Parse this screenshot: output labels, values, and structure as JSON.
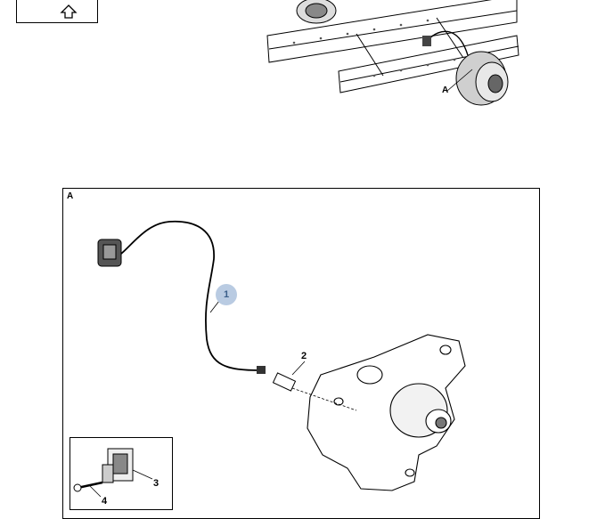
{
  "navigation": {
    "icon": "up-arrow-icon"
  },
  "overview": {
    "callout": "A"
  },
  "detail": {
    "label": "A",
    "callouts": {
      "one": "1",
      "two": "2",
      "three": "3",
      "four": "4"
    }
  },
  "colors": {
    "line": "#000000",
    "highlight_circle": "#b9cbe2",
    "highlight_text": "#3b5f8a"
  }
}
